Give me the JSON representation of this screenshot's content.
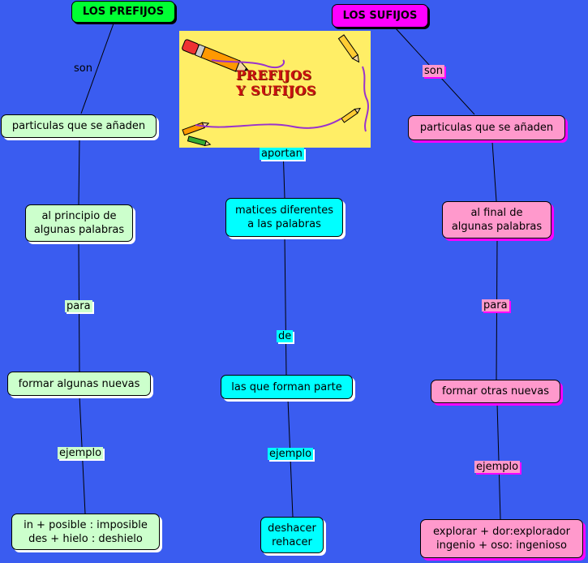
{
  "prefijos": {
    "title": "LOS PREFIJOS",
    "link1": "son",
    "node1": "particulas que se añaden",
    "node2": "al principio de\nalgunas palabras",
    "link2": "para",
    "node3": "formar algunas nuevas",
    "link3": "ejemplo",
    "node4": "in + posible : imposible\ndes + hielo : deshielo"
  },
  "banner": {
    "line1": "PREFIJOS",
    "line2": "Y SUFIJOS"
  },
  "center": {
    "link1": "aportan",
    "node1": "matices diferentes\na las palabras",
    "link2": "de",
    "node2": "las que forman parte",
    "link3": "ejemplo",
    "node3": "deshacer\nrehacer"
  },
  "sufijos": {
    "title": "LOS SUFIJOS",
    "link1": "son",
    "node1": "particulas que se añaden",
    "node2": "al final de\nalgunas palabras",
    "link2": "para",
    "node3": "formar otras nuevas",
    "link3": "ejemplo",
    "node4": "explorar + dor:explorador\ningenio + oso: ingenioso"
  },
  "colors": {
    "background": "#3a5cf0",
    "prefijos_title": "#00ff33",
    "prefijos_nodes": "#ccffcc",
    "sufijos_title": "#ff00ff",
    "sufijos_nodes": "#ff99cc",
    "center_nodes": "#00ffff",
    "banner": "#ffee66"
  }
}
